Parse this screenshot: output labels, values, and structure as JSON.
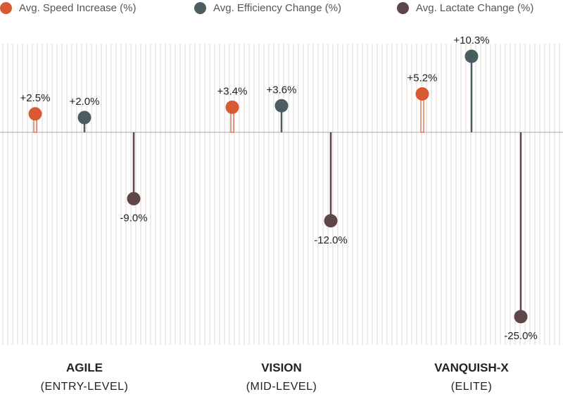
{
  "chart_data": {
    "type": "lollipop",
    "title": "",
    "categories": [
      {
        "name": "AGILE",
        "sub": "(ENTRY-LEVEL)"
      },
      {
        "name": "VISION",
        "sub": "(MID-LEVEL)"
      },
      {
        "name": "VANQUISH-X",
        "sub": "(ELITE)"
      }
    ],
    "series": [
      {
        "name": "Avg. Speed Increase (%)",
        "color": "#D95A32",
        "values": [
          2.5,
          3.4,
          5.2
        ],
        "labels": [
          "+2.5%",
          "+3.4%",
          "+5.2%"
        ]
      },
      {
        "name": "Avg. Efficiency Change (%)",
        "color": "#4B5D60",
        "values": [
          2.0,
          3.6,
          10.3
        ],
        "labels": [
          "+2.0%",
          "+3.6%",
          "+10.3%"
        ]
      },
      {
        "name": "Avg. Lactate Change (%)",
        "color": "#5F464B",
        "values": [
          -9.0,
          -12.0,
          -25.0
        ],
        "labels": [
          "-9.0%",
          "-12.0%",
          "-25.0%"
        ]
      }
    ],
    "ylim": [
      -28,
      12
    ],
    "legend": "top",
    "grid": true
  }
}
